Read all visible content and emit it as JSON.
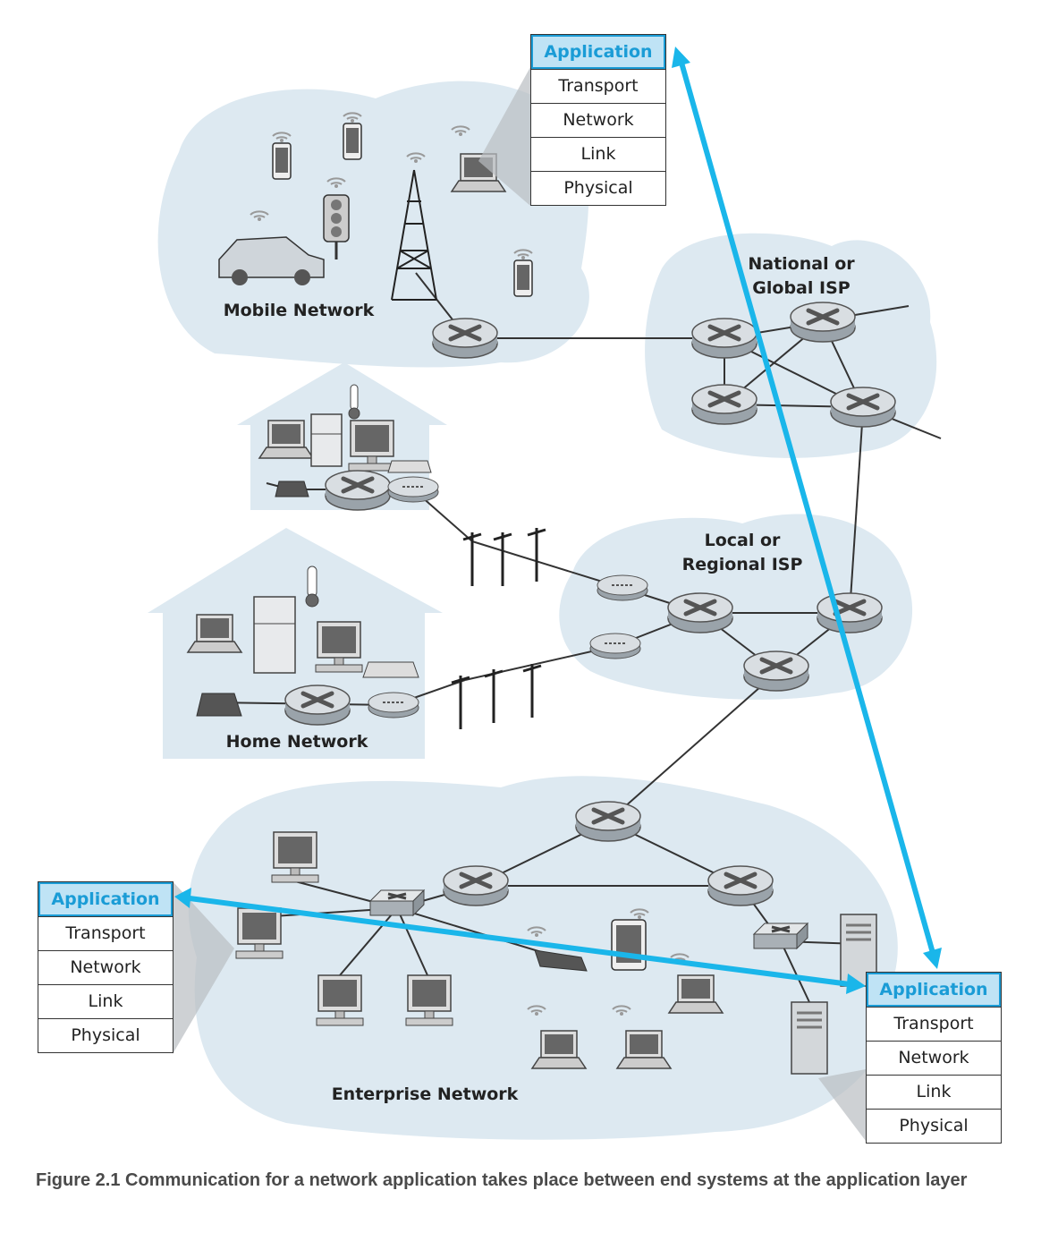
{
  "regions": {
    "mobile": "Mobile Network",
    "national_isp": [
      "National or",
      "Global ISP"
    ],
    "local_isp": [
      "Local or",
      "Regional ISP"
    ],
    "home": "Home Network",
    "enterprise": "Enterprise Network"
  },
  "stacks": {
    "top": [
      "Application",
      "Transport",
      "Network",
      "Link",
      "Physical"
    ],
    "left": [
      "Application",
      "Transport",
      "Network",
      "Link",
      "Physical"
    ],
    "right": [
      "Application",
      "Transport",
      "Network",
      "Link",
      "Physical"
    ]
  },
  "caption": "Figure 2.1 Communication for a network application takes place between end systems at the application layer",
  "colors": {
    "cloud": "#dde9f1",
    "accent": "#1ab6ea",
    "layer_fill": "#bfe3f5"
  }
}
